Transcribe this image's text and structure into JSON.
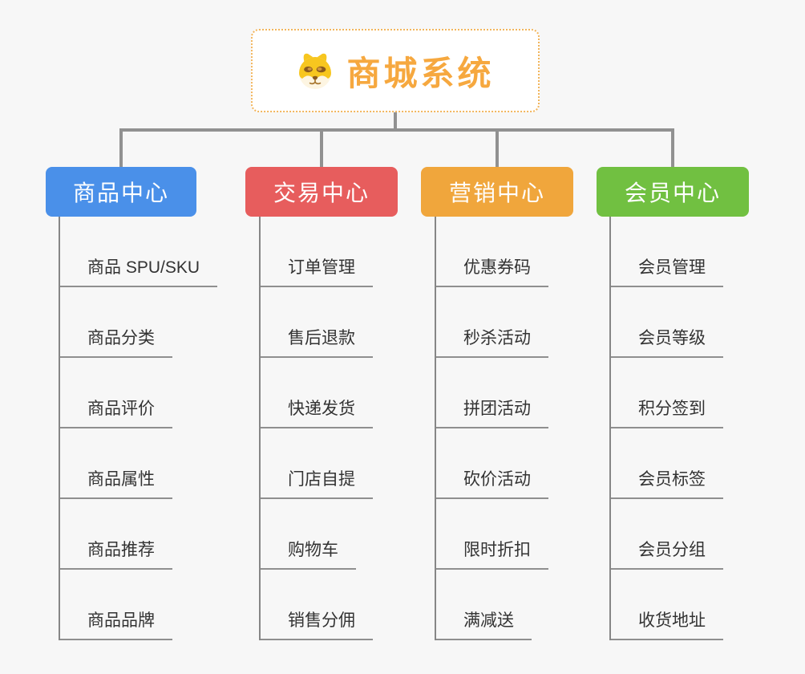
{
  "root": {
    "title": "商城系统",
    "icon": "shiba-dog-icon",
    "accent_color": "#f6a83f",
    "border_color": "#f2b55c"
  },
  "connector_color": "#919191",
  "branches": [
    {
      "label": "商品中心",
      "color": "#4a90e9",
      "children": [
        "商品 SPU/SKU",
        "商品分类",
        "商品评价",
        "商品属性",
        "商品推荐",
        "商品品牌"
      ]
    },
    {
      "label": "交易中心",
      "color": "#e75d5d",
      "children": [
        "订单管理",
        "售后退款",
        "快递发货",
        "门店自提",
        "购物车",
        "销售分佣"
      ]
    },
    {
      "label": "营销中心",
      "color": "#f0a63c",
      "children": [
        "优惠券码",
        "秒杀活动",
        "拼团活动",
        "砍价活动",
        "限时折扣",
        "满减送"
      ]
    },
    {
      "label": "会员中心",
      "color": "#71c041",
      "children": [
        "会员管理",
        "会员等级",
        "积分签到",
        "会员标签",
        "会员分组",
        "收货地址"
      ]
    }
  ]
}
